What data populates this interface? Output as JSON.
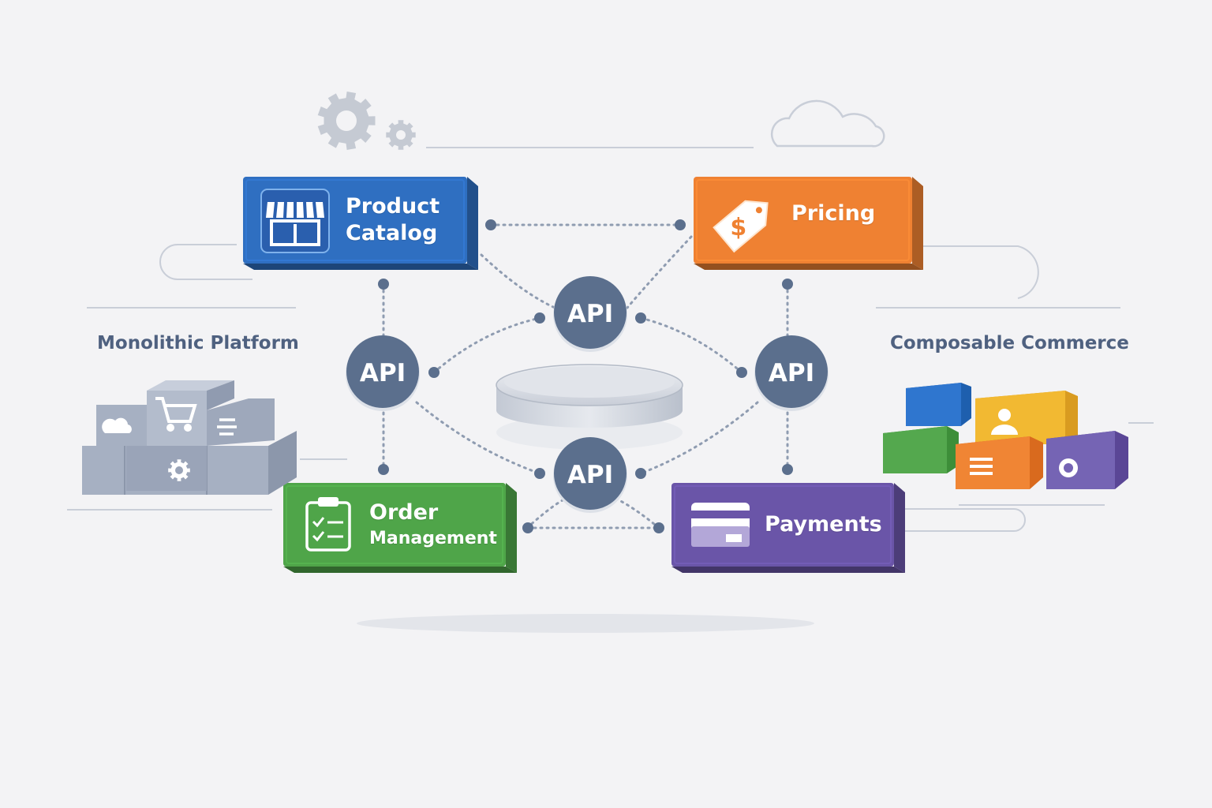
{
  "side_labels": {
    "left": "Monolithic Platform",
    "right": "Composable Commerce"
  },
  "services": {
    "catalog": {
      "line1": "Product",
      "line2": "Catalog",
      "color": "#2f6fc1",
      "icon": "storefront-icon"
    },
    "pricing": {
      "label": "Pricing",
      "color": "#ef8132",
      "icon": "price-tag-icon"
    },
    "orders": {
      "line1": "Order",
      "line2": "Management",
      "color": "#4fa549",
      "icon": "clipboard-checklist-icon"
    },
    "payments": {
      "label": "Payments",
      "color": "#6a55a8",
      "icon": "credit-card-icon"
    }
  },
  "api_nodes": {
    "top": "API",
    "left": "API",
    "right": "API",
    "bottom": "API",
    "color": "#5b6f8d"
  },
  "colors": {
    "background": "#f3f3f5",
    "connector": "#6d7f99",
    "monolith": "#8e9ab0"
  }
}
